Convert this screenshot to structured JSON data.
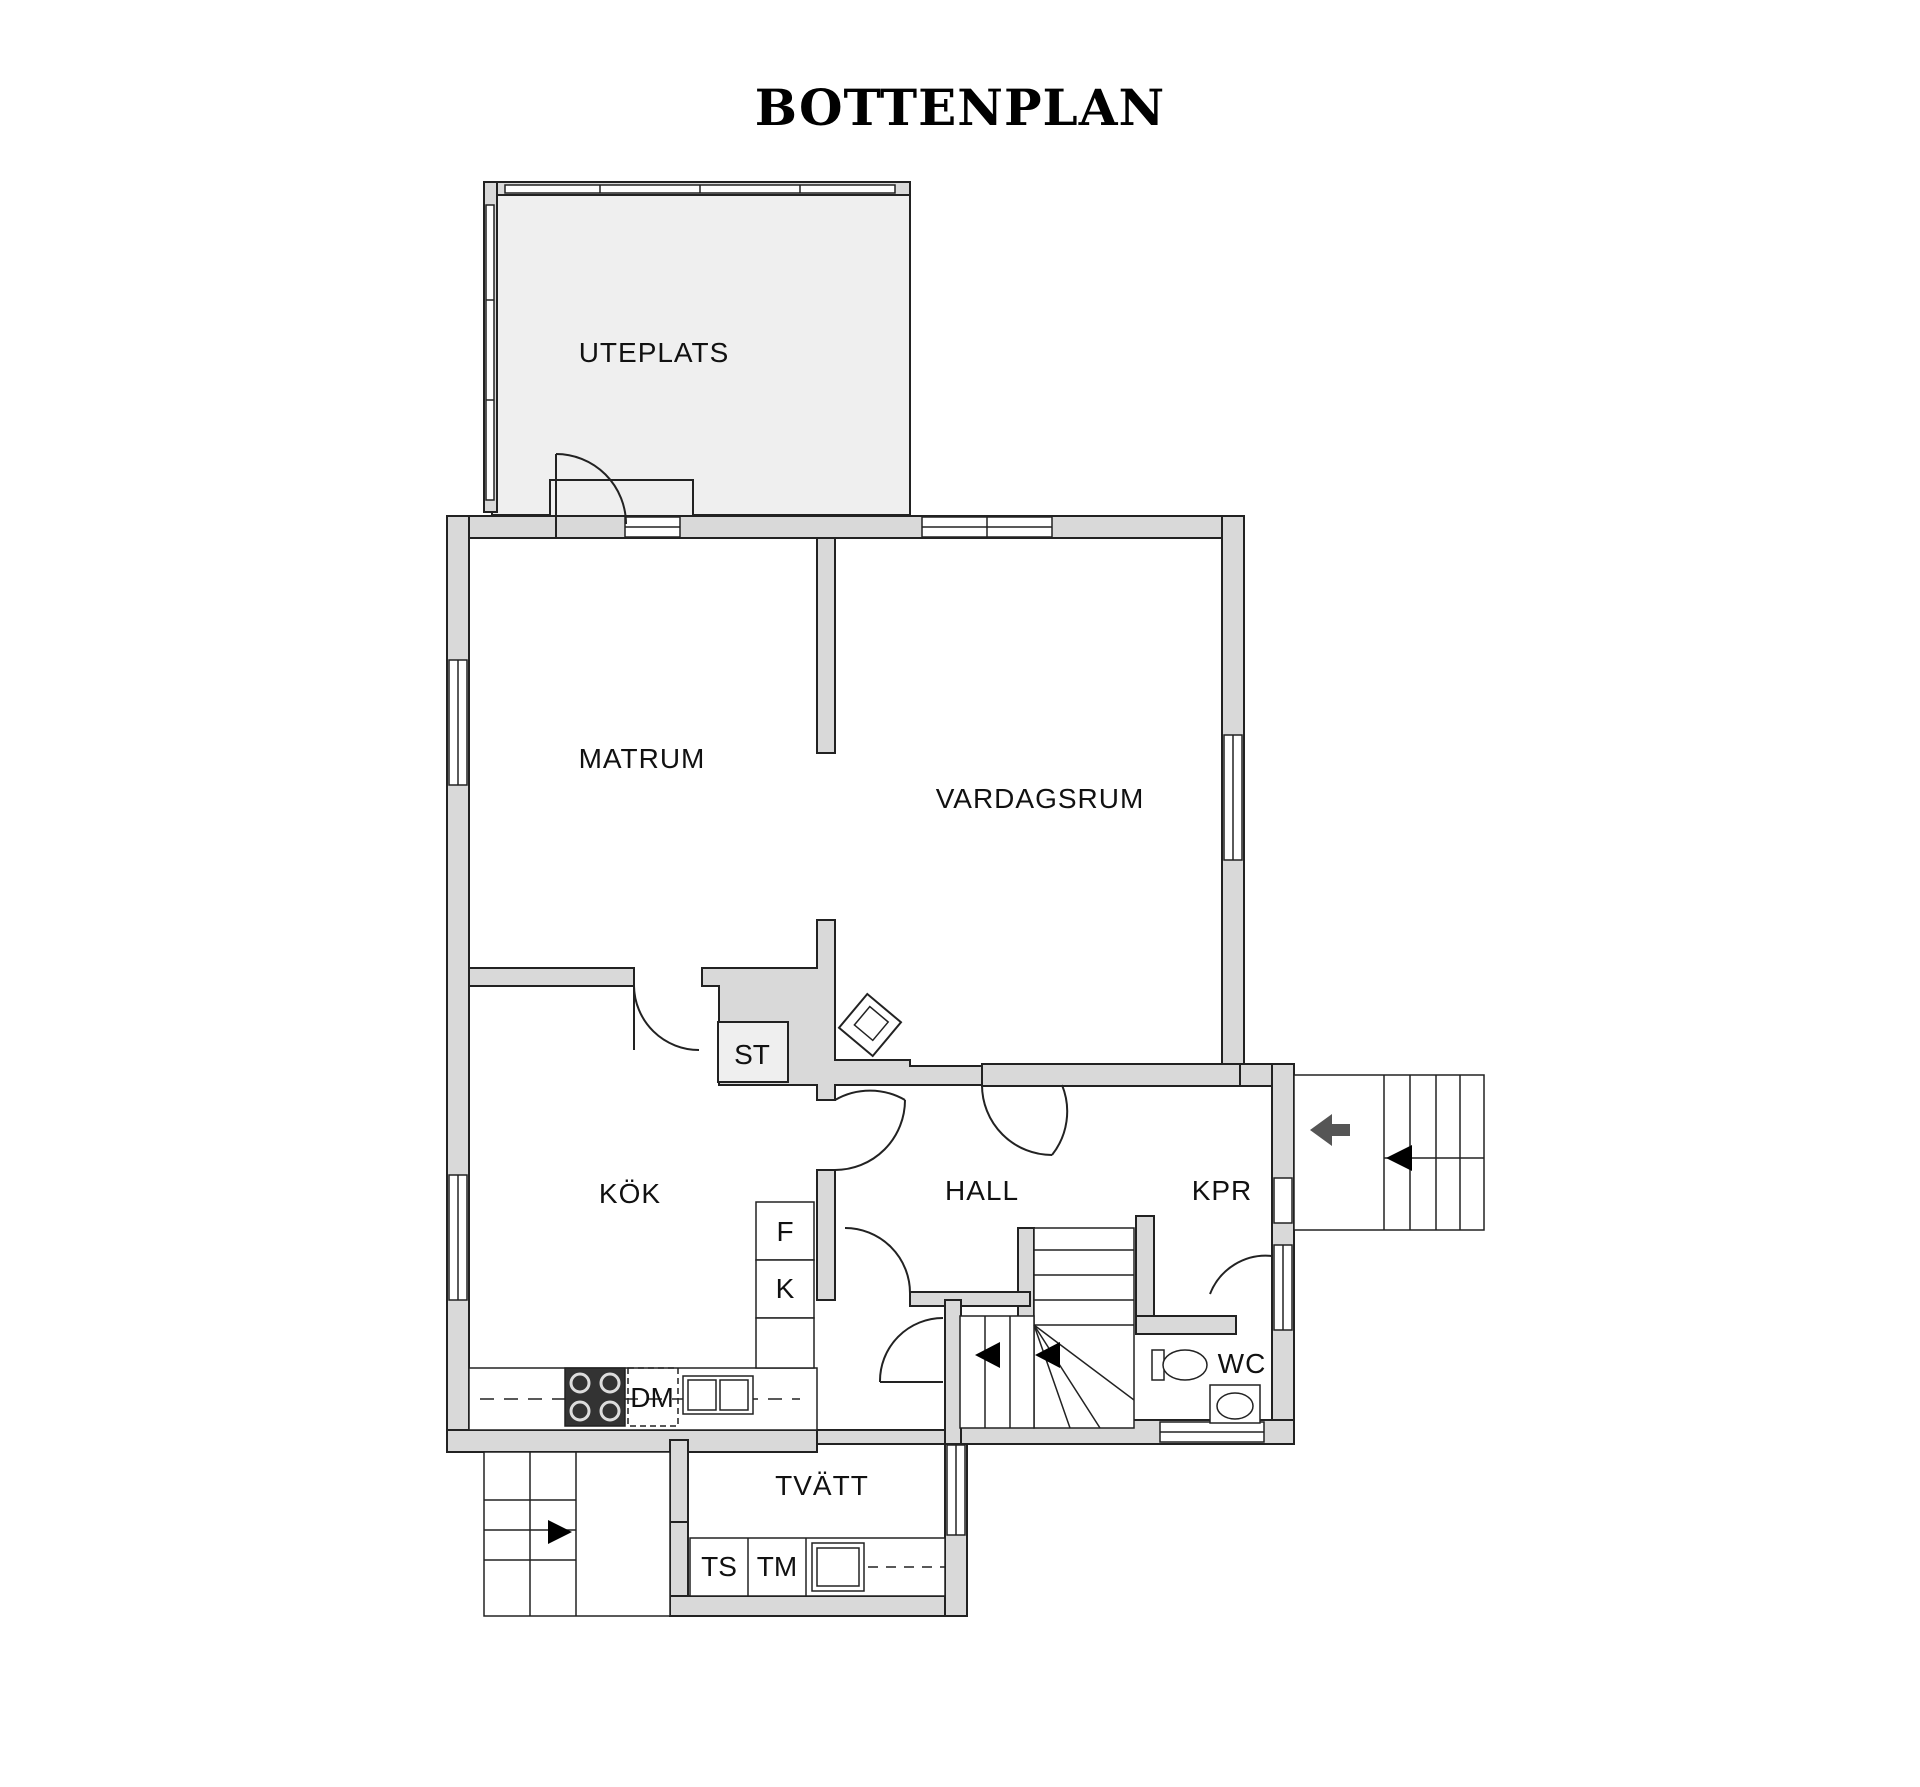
{
  "title": "BOTTENPLAN",
  "rooms": {
    "uteplats": "UTEPLATS",
    "matrum": "MATRUM",
    "vardagsrum": "VARDAGSRUM",
    "kok": "KÖK",
    "hall": "HALL",
    "kpr": "KPR",
    "wc": "WC",
    "tvatt": "TVÄTT"
  },
  "appliances": {
    "st": "ST",
    "f": "F",
    "k": "K",
    "dm": "DM",
    "ts": "TS",
    "tm": "TM"
  },
  "colors": {
    "wall": "#d9d9d9",
    "wall_outline": "#222222",
    "terrace": "#efefef",
    "stove": "#333333",
    "entry_arrow": "#555555"
  },
  "icons": [
    "window-icon",
    "door-swing-icon",
    "stair-arrow-icon",
    "stove-icon",
    "sink-icon",
    "toilet-icon",
    "fireplace-icon",
    "entry-arrow-icon"
  ]
}
